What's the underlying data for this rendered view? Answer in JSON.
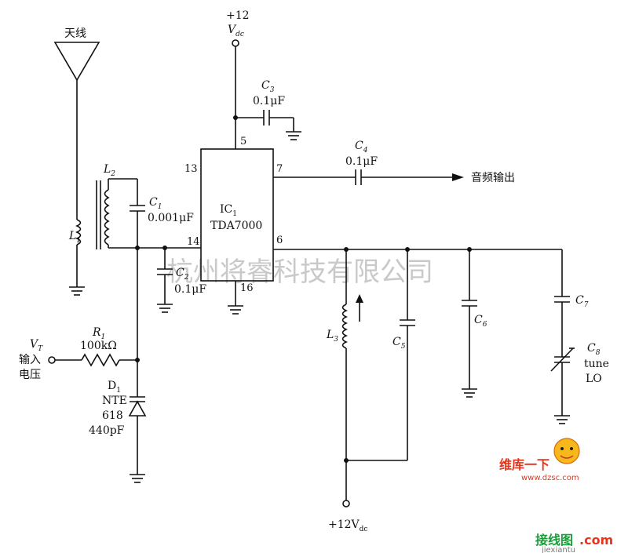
{
  "diagram": {
    "antenna_label": "天线",
    "supply_top": {
      "main": "+12",
      "sym": "V",
      "sub": "dc"
    },
    "supply_bottom": {
      "main": "+12V",
      "sub": "dc"
    },
    "ic": {
      "name": "IC",
      "name_sub": "1",
      "part": "TDA7000",
      "pins": {
        "p5": "5",
        "p7": "7",
        "p13": "13",
        "p14": "14",
        "p6": "6",
        "p16": "16"
      }
    },
    "c1": {
      "sym": "C",
      "sub": "1",
      "value": "0.001μF"
    },
    "c2": {
      "sym": "C",
      "sub": "2",
      "value": "0.1μF"
    },
    "c3": {
      "sym": "C",
      "sub": "3",
      "value": "0.1μF"
    },
    "c4": {
      "sym": "C",
      "sub": "4",
      "value": "0.1μF"
    },
    "c5": {
      "sym": "C",
      "sub": "5"
    },
    "c6": {
      "sym": "C",
      "sub": "6"
    },
    "c7": {
      "sym": "C",
      "sub": "7"
    },
    "c8": {
      "sym": "C",
      "sub": "8",
      "note1": "tune",
      "note2": "LO"
    },
    "l1": {
      "sym": "L",
      "sub": "1"
    },
    "l2": {
      "sym": "L",
      "sub": "2"
    },
    "l3": {
      "sym": "L",
      "sub": "3"
    },
    "r1": {
      "sym": "R",
      "sub": "1",
      "value": "100kΩ"
    },
    "d1": {
      "sym": "D",
      "sub": "1",
      "part1": "NTE",
      "part2": "618",
      "cap": "440pF"
    },
    "vt": {
      "sym": "V",
      "sub": "T",
      "line1": "输入",
      "line2": "电压"
    },
    "audio_out": "音频输出",
    "watermark": "杭州将睿科技有限公司",
    "logo": {
      "brand": "维库一下",
      "url": "www.dzsc.com",
      "site_cn": "接线图",
      "site_dot": ".com",
      "site_pinyin": "jiexiantu"
    }
  }
}
